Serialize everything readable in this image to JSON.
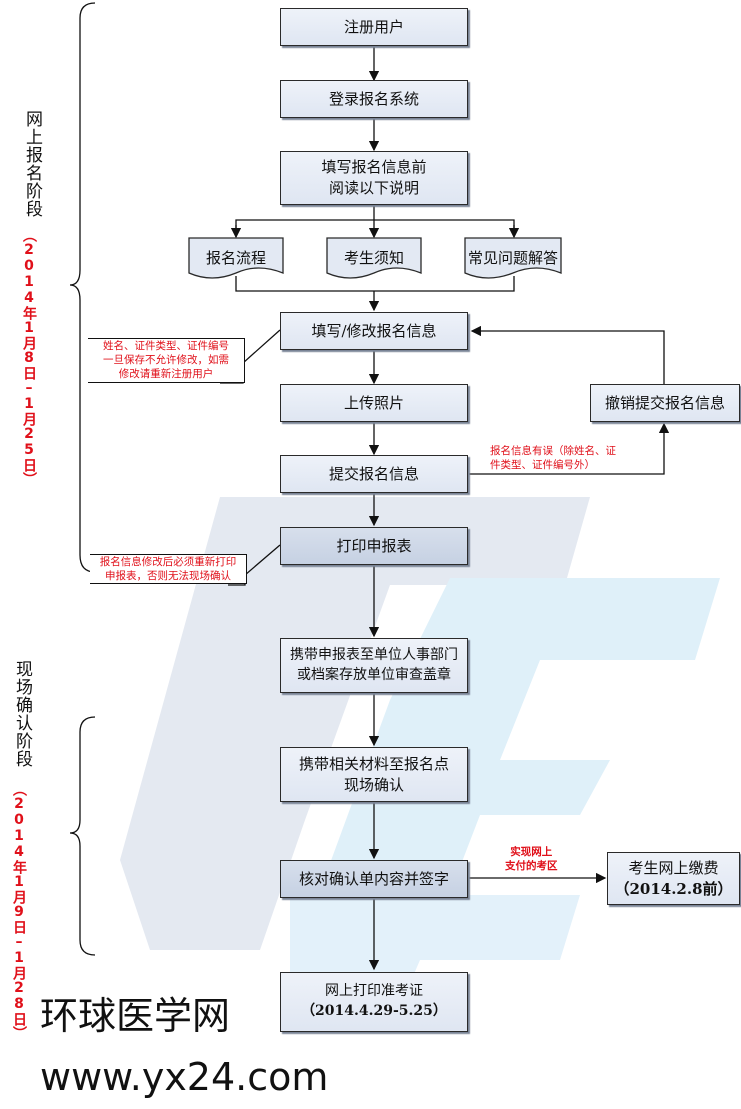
{
  "stages": [
    {
      "title": "网上报名阶段",
      "date": "（2014年1月8日–1月25日）"
    },
    {
      "title": "现场确认阶段",
      "date": "（2014年1月9日–1月28日）"
    }
  ],
  "steps": {
    "register": "注册用户",
    "login": "登录报名系统",
    "read_before_1": "填写报名信息前",
    "read_before_2": "阅读以下说明",
    "fill_info": "填写/修改报名信息",
    "upload_photo": "上传照片",
    "submit_info": "提交报名信息",
    "print_form": "打印申报表",
    "bring_form_1": "携带申报表至单位人事部门",
    "bring_form_2": "或档案存放单位审查盖章",
    "bring_materials_1": "携带相关材料至报名点",
    "bring_materials_2": "现场确认",
    "verify_sign": "核对确认单内容并签字",
    "print_admission_1": "网上打印准考证",
    "print_admission_2": "（2014.4.29-5.25）",
    "cancel_submit": "撤销提交报名信息",
    "pay_online_1": "考生网上缴费",
    "pay_online_2": "（2014.2.8前）"
  },
  "documents": [
    "报名流程",
    "考生须知",
    "常见问题解答"
  ],
  "notes": {
    "immutable_fields": [
      "姓名、证件类型、证件编号",
      "一旦保存不允许修改，如需",
      "修改请重新注册用户"
    ],
    "info_error": [
      "报名信息有误（除姓名、证",
      "件类型、证件编号外）"
    ],
    "reprint": [
      "报名信息修改后必须重新打印",
      "申报表，否则无法现场确认"
    ],
    "online_pay_region": [
      "实现网上",
      "支付的考区"
    ]
  },
  "brand": {
    "name": "环球医学网",
    "url": "www.yx24.com"
  },
  "colors": {
    "note_red": "#e0101a",
    "box_fill": "#e3e9f3",
    "watermark": "#dbe6f2"
  }
}
